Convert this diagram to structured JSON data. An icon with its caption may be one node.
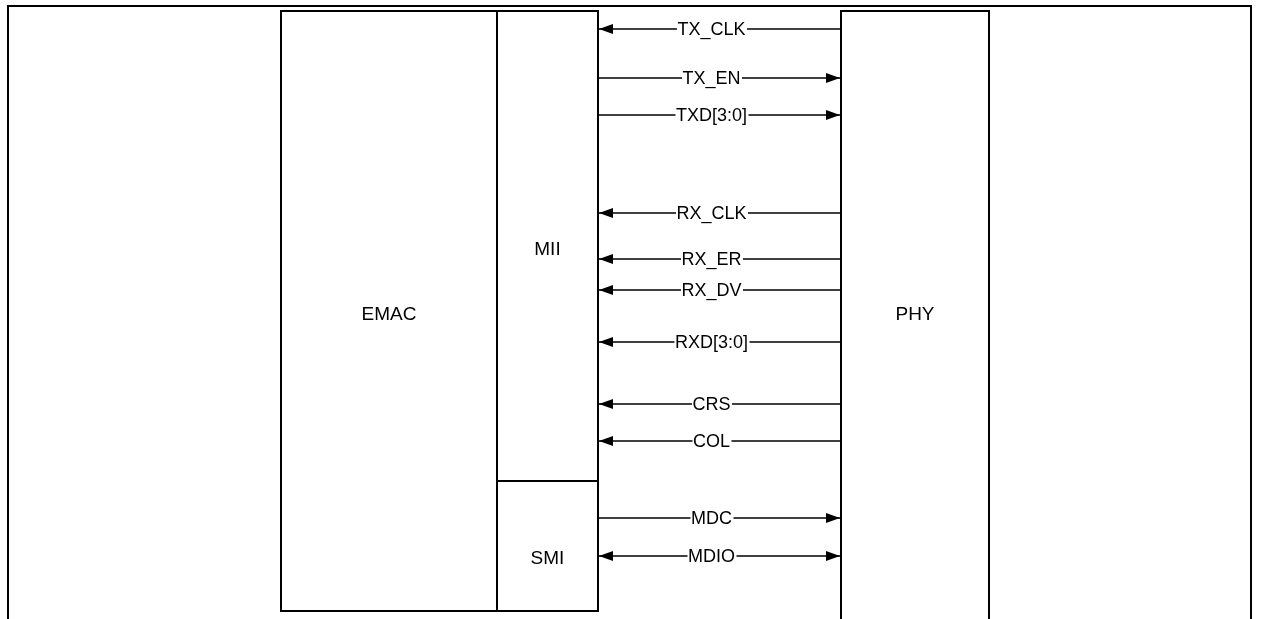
{
  "diagram": {
    "nodes": [
      {
        "text": [
          "EMAC"
        ]
      },
      {
        "text": [
          "MII"
        ]
      },
      {
        "text": [
          "SMI"
        ]
      },
      {
        "text": [
          "PHY"
        ]
      }
    ],
    "edges": [
      {
        "from": 3,
        "to": 1,
        "arrow": "to",
        "label": "TX_CLK"
      },
      {
        "from": 1,
        "to": 3,
        "arrow": "to",
        "label": "TX_EN"
      },
      {
        "from": 1,
        "to": 3,
        "arrow": "to",
        "label": "TXD[3:0]"
      },
      {
        "from": 3,
        "to": 1,
        "arrow": "to",
        "label": "RX_CLK"
      },
      {
        "from": 3,
        "to": 1,
        "arrow": "to",
        "label": "RX_ER"
      },
      {
        "from": 3,
        "to": 1,
        "arrow": "to",
        "label": "RX_DV"
      },
      {
        "from": 3,
        "to": 1,
        "arrow": "to",
        "label": "RXD[3:0]"
      },
      {
        "from": 3,
        "to": 1,
        "arrow": "to",
        "label": "CRS"
      },
      {
        "from": 3,
        "to": 1,
        "arrow": "to",
        "label": "COL"
      },
      {
        "from": 2,
        "to": 3,
        "arrow": "to",
        "label": "MDC"
      },
      {
        "from": 2,
        "to": 3,
        "arrow": "both",
        "label": "MDIO"
      }
    ]
  }
}
